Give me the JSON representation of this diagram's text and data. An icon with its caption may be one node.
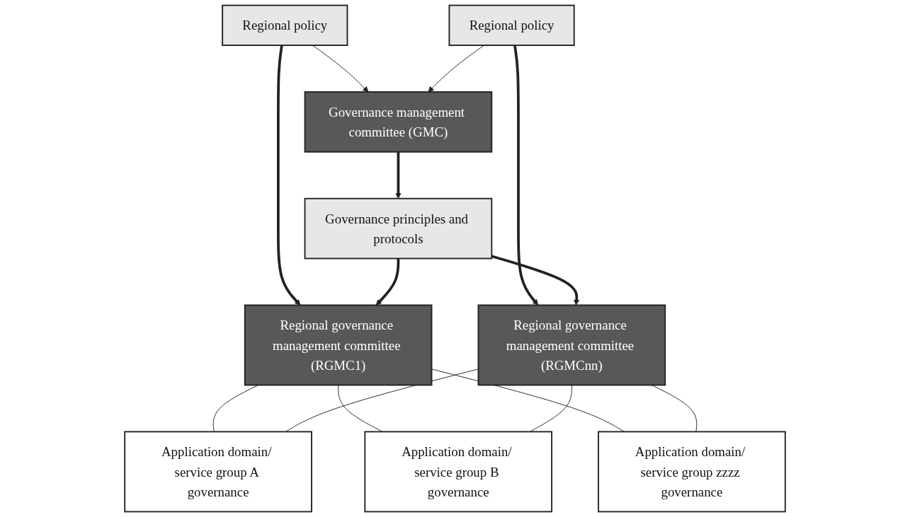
{
  "diagram": {
    "nodes": [
      {
        "text": [
          "Regional policy"
        ]
      },
      {
        "text": [
          "Governance management committee (GMC)"
        ]
      },
      {
        "text": [
          "Regional policy"
        ]
      },
      {
        "text": [
          "Regional governance management committee (RGMC1)"
        ]
      },
      {
        "text": [
          "Governance principles and protocols"
        ]
      },
      {
        "text": [
          "Regional governance management committee (RGMCnn)"
        ]
      },
      {
        "text": [
          "Application domain/ service group A governance"
        ]
      },
      {
        "text": [
          "Application domain/ service group B governance"
        ]
      },
      {
        "text": [
          "Application domain/ service group zzzz governance"
        ]
      }
    ],
    "edges": [
      {
        "from": 0,
        "to": 1,
        "arrow": "to"
      },
      {
        "from": 2,
        "to": 1,
        "arrow": "to"
      },
      {
        "from": 0,
        "to": 3,
        "arrow": "to",
        "style": "thick"
      },
      {
        "from": 2,
        "to": 5,
        "arrow": "to",
        "style": "thick"
      },
      {
        "from": 1,
        "to": 4,
        "arrow": "to",
        "style": "thick"
      },
      {
        "from": 4,
        "to": 3,
        "arrow": "to",
        "style": "thick"
      },
      {
        "from": 4,
        "to": 5,
        "arrow": "to",
        "style": "thick"
      },
      {
        "from": 3,
        "to": 6,
        "arrow": "none"
      },
      {
        "from": 3,
        "to": 7,
        "arrow": "none"
      },
      {
        "from": 3,
        "to": 8,
        "arrow": "none"
      },
      {
        "from": 5,
        "to": 6,
        "arrow": "none"
      },
      {
        "from": 5,
        "to": 7,
        "arrow": "none"
      },
      {
        "from": 5,
        "to": 8,
        "arrow": "none"
      }
    ]
  }
}
